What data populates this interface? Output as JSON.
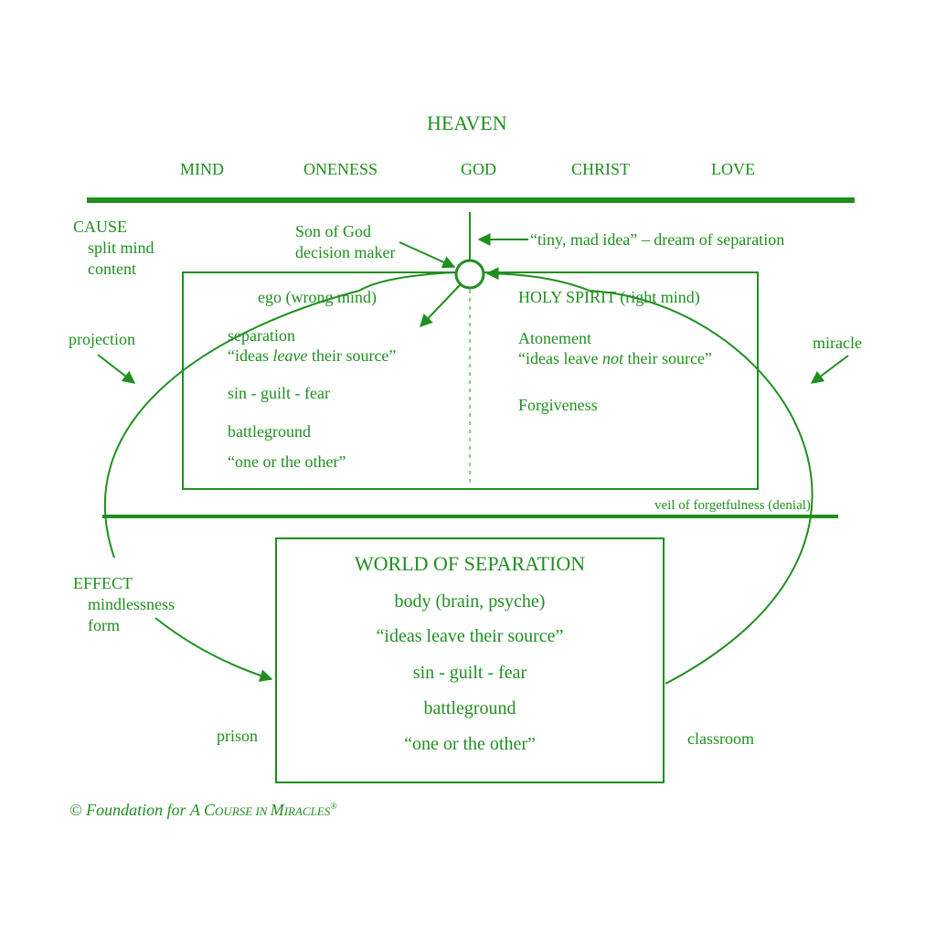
{
  "color": "#1f8f1f",
  "heaven": {
    "title": "HEAVEN",
    "terms": [
      "MIND",
      "ONENESS",
      "GOD",
      "CHRIST",
      "LOVE"
    ]
  },
  "cause": {
    "title": "CAUSE",
    "line1": "split mind",
    "line2": "content"
  },
  "son_of_god": {
    "line1": "Son of God",
    "line2": "decision maker"
  },
  "tiny_mad_idea": "“tiny, mad idea” – dream of separation",
  "ego": {
    "title": "ego (wrong mind)",
    "separation": "separation",
    "ideas_pre": "“ideas ",
    "ideas_em": "leave",
    "ideas_post": " their source”",
    "sin": "sin - guilt - fear",
    "battleground": "battleground",
    "one_or_other": "“one or the other”"
  },
  "holy_spirit": {
    "title": "HOLY SPIRIT (right mind)",
    "atonement": "Atonement",
    "ideas_pre": "“ideas leave ",
    "ideas_em": "not",
    "ideas_post": " their source”",
    "forgiveness": "Forgiveness"
  },
  "projection": "projection",
  "miracle": "miracle",
  "veil": "veil of forgetfulness (denial)",
  "effect": {
    "title": "EFFECT",
    "line1": "mindlessness",
    "line2": "form"
  },
  "world": {
    "title": "WORLD OF SEPARATION",
    "body": "body (brain, psyche)",
    "ideas": "“ideas leave their source”",
    "sin": "sin - guilt - fear",
    "battleground": "battleground",
    "one_or_other": "“one or the other”"
  },
  "prison": "prison",
  "classroom": "classroom",
  "copyright": {
    "prefix": "© Foundation for A ",
    "c1": "C",
    "c1rest": "OURSE IN ",
    "c2": "M",
    "c2rest": "IRACLES",
    "reg": "®"
  }
}
